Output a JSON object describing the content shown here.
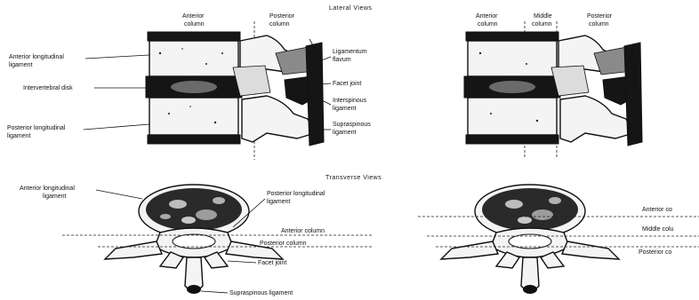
{
  "titles": {
    "lateral": "Lateral Views",
    "transverse": "Transverse Views"
  },
  "lateral_left": {
    "anterior_column": [
      "Anterior",
      "column"
    ],
    "posterior_column": [
      "Posterior",
      "column"
    ],
    "anterior_longitudinal_ligament": [
      "Anterior longitudinal",
      "ligament"
    ],
    "intervertebral_disk": "Intervertebral disk",
    "posterior_longitudinal_ligament": [
      "Posterior longitudinal",
      "ligament"
    ],
    "ligamentum_flavum": [
      "Ligamentum",
      "flavum"
    ],
    "facet_joint": "Facet joint",
    "interspinous_ligament": [
      "Interspinous",
      "ligament"
    ],
    "supraspinous_ligament": [
      "Supraspinous",
      "ligament"
    ]
  },
  "lateral_right": {
    "anterior_column": [
      "Anterior",
      "column"
    ],
    "middle_column": [
      "Middle",
      "column"
    ],
    "posterior_column": [
      "Posterior",
      "column"
    ]
  },
  "transverse_left": {
    "anterior_longitudinal_ligament": [
      "Anterior longitudinal",
      "ligament"
    ],
    "posterior_longitudinal_ligament": [
      "Posterior longitudinal",
      "ligament"
    ],
    "anterior_column": "Anterior column",
    "posterior_column": "Posterior column",
    "facet_joint": "Facet joint",
    "supraspinous_ligament": "Supraspinous ligament"
  },
  "transverse_right": {
    "anterior_column": "Anterior co",
    "middle_column": "Middle colu",
    "posterior_column": "Posterior co"
  }
}
